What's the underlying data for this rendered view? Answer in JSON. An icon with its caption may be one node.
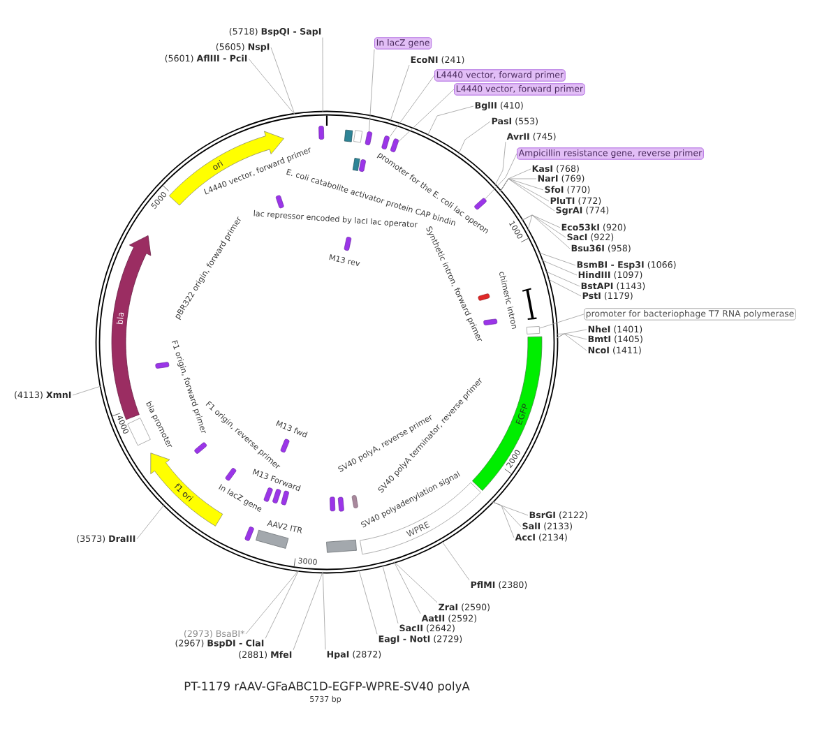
{
  "diagram": {
    "title": "PT-1179 rAAV-GFaABC1D-EGFP-WPRE-SV40 polyA",
    "nodes": [
      {
        "text": [],
        "shape": "circle"
      },
      {
        "text": [
          "(5718) **BspQI - SapI**"
        ]
      },
      {
        "text": [
          "In lacZ gene"
        ]
      },
      {
        "text": [
          "(5605) **NspI**"
        ]
      },
      {
        "text": [
          "(5601) **AflIII - PciI**"
        ]
      },
      {
        "text": [
          "**EcoNI** (241)"
        ]
      },
      {
        "text": [
          "L4440 vector, forward primer"
        ]
      },
      {
        "text": [
          "L4440 vector, forward primer"
        ]
      },
      {
        "text": [
          "**BglII** (410)"
        ]
      },
      {
        "text": [
          "**PasI** (553)"
        ]
      },
      {
        "text": [
          "**AvrII** (745)"
        ]
      },
      {
        "text": [
          "Ampicillin resistance gene, reverse primer"
        ]
      },
      {
        "text": [
          "**KasI** (768)"
        ]
      },
      {
        "text": [
          "**NarI** (769)"
        ]
      },
      {
        "text": [
          "**SfoI** (770)"
        ]
      },
      {
        "text": [
          "**PluTI** (772)"
        ]
      },
      {
        "text": [
          "**SgrAI** (774)"
        ]
      },
      {
        "text": [
          "**Eco53kI** (920)"
        ]
      },
      {
        "text": [
          "**SacI** (922)"
        ]
      },
      {
        "text": [
          "**Bsu36I** (958)"
        ]
      },
      {
        "text": [
          "**BsmBI - Esp3I** (1066)"
        ]
      },
      {
        "text": [
          "**HindIII** (1097)"
        ]
      },
      {
        "text": [
          "**BstAPI** (1143)"
        ]
      },
      {
        "text": [
          "**PstI** (1179)"
        ]
      },
      {
        "text": [
          "promoter for bacteriophage T7 RNA polymerase"
        ]
      },
      {
        "text": [
          "**NheI** (1401)"
        ]
      },
      {
        "text": [
          "**BmtI** (1405)"
        ]
      },
      {
        "text": [
          "**NcoI** (1411)"
        ]
      },
      {
        "text": [
          "(4113) **XmnI**"
        ]
      },
      {
        "text": [
          "**BsrGI** (2122)"
        ]
      },
      {
        "text": [
          "**SalI** (2133)"
        ]
      },
      {
        "text": [
          "**AccI** (2134)"
        ]
      },
      {
        "text": [
          "(3573) **DraIII**"
        ]
      },
      {
        "text": [
          "**PflMI** (2380)"
        ]
      },
      {
        "text": [
          "**ZraI** (2590)"
        ]
      },
      {
        "text": [
          "**AatII** (2592)"
        ]
      },
      {
        "text": [
          "**SacII** (2642)"
        ]
      },
      {
        "text": [
          "(2973) BsaBI*"
        ]
      },
      {
        "text": [
          "**EagI - NotI** (2729)"
        ]
      },
      {
        "text": [
          "(2967) **BspDI - ClaI**"
        ]
      },
      {
        "text": [
          "(2881) **MfeI**"
        ]
      },
      {
        "text": [
          "**HpaI** (2872)"
        ]
      },
      {
        "text": [
          "ori"
        ],
        "in": 0
      },
      {
        "text": [
          "bla"
        ],
        "in": 0
      },
      {
        "text": [],
        "shape": "box",
        "in": 0,
        "beside": [
          "bla promoter"
        ]
      },
      {
        "text": [
          "f1 ori"
        ],
        "in": 0
      },
      {
        "text": [],
        "shape": "box",
        "in": 0,
        "beside": [
          "AAV2 ITR"
        ]
      },
      {
        "text": [],
        "shape": "box",
        "in": 0
      },
      {
        "text": [
          "WPRE"
        ],
        "in": 0
      },
      {
        "text": [
          "EGFP"
        ],
        "in": 0
      },
      {
        "text": [],
        "shape": "bar",
        "in": 0,
        "beside": [
          "chimeric intron"
        ]
      },
      {
        "text": [],
        "shape": "box",
        "in": 0
      },
      {
        "text": [],
        "shape": "arrow",
        "in": 0
      },
      {
        "text": [],
        "shape": "arrow",
        "in": 0
      },
      {
        "text": [],
        "shape": "arrow",
        "in": 0
      },
      {
        "text": [],
        "shape": "arrow",
        "in": 0
      }
    ],
    "edges": [
      {
        "from": 1,
        "to": 0,
        "arrow": "none"
      },
      {
        "from": 2,
        "to": 52,
        "arrow": "none"
      },
      {
        "from": 3,
        "to": 0,
        "arrow": "none"
      },
      {
        "from": 4,
        "to": 0,
        "arrow": "none"
      },
      {
        "from": 5,
        "to": 0,
        "arrow": "none"
      },
      {
        "from": 6,
        "to": 53,
        "arrow": "none"
      },
      {
        "from": 7,
        "to": 54,
        "arrow": "none"
      },
      {
        "from": 8,
        "to": 0,
        "arrow": "none"
      },
      {
        "from": 9,
        "to": 0,
        "arrow": "none"
      },
      {
        "from": 10,
        "to": 0,
        "arrow": "none"
      },
      {
        "from": 11,
        "to": 55,
        "arrow": "none"
      },
      {
        "from": 12,
        "to": 0,
        "arrow": "none"
      },
      {
        "from": 13,
        "to": 0,
        "arrow": "none"
      },
      {
        "from": 14,
        "to": 0,
        "arrow": "none"
      },
      {
        "from": 15,
        "to": 0,
        "arrow": "none"
      },
      {
        "from": 16,
        "to": 0,
        "arrow": "none"
      },
      {
        "from": 17,
        "to": 0,
        "arrow": "none"
      },
      {
        "from": 18,
        "to": 0,
        "arrow": "none"
      },
      {
        "from": 19,
        "to": 0,
        "arrow": "none"
      },
      {
        "from": 20,
        "to": 0,
        "arrow": "none"
      },
      {
        "from": 21,
        "to": 0,
        "arrow": "none"
      },
      {
        "from": 22,
        "to": 0,
        "arrow": "none"
      },
      {
        "from": 23,
        "to": 0,
        "arrow": "none"
      },
      {
        "from": 24,
        "to": 51,
        "arrow": "none"
      },
      {
        "from": 25,
        "to": 0,
        "arrow": "none"
      },
      {
        "from": 26,
        "to": 0,
        "arrow": "none"
      },
      {
        "from": 27,
        "to": 0,
        "arrow": "none"
      },
      {
        "from": 28,
        "to": 0,
        "arrow": "none"
      },
      {
        "from": 29,
        "to": 0,
        "arrow": "none"
      },
      {
        "from": 30,
        "to": 0,
        "arrow": "none"
      },
      {
        "from": 31,
        "to": 0,
        "arrow": "none"
      },
      {
        "from": 32,
        "to": 0,
        "arrow": "none"
      },
      {
        "from": 33,
        "to": 0,
        "arrow": "none"
      },
      {
        "from": 34,
        "to": 0,
        "arrow": "none"
      },
      {
        "from": 35,
        "to": 0,
        "arrow": "none"
      },
      {
        "from": 36,
        "to": 0,
        "arrow": "none"
      },
      {
        "from": 37,
        "to": 0,
        "arrow": "none"
      },
      {
        "from": 38,
        "to": 0,
        "arrow": "none"
      },
      {
        "from": 39,
        "to": 0,
        "arrow": "none"
      },
      {
        "from": 40,
        "to": 0,
        "arrow": "none"
      },
      {
        "from": 41,
        "to": 0,
        "arrow": "none"
      }
    ],
    "labels": [
      "L4440 vector, forward primer",
      "E. coli catabolite activator protein CAP bindin",
      "promoter for the E. coli lac operon",
      "5000",
      "pBR322 origin, forward primer",
      "lac repressor encoded by lacI lac operator",
      "1000",
      "M13 rev",
      "Synthetic intron, forward primer",
      "F1 origin, forward primer",
      "4000",
      "M13 fwd",
      "F1 origin, reverse primer",
      "SV40 polyA, reverse primer",
      "SV40 polyA terminator, reverse primer",
      "M13 Forward",
      "In lacZ gene",
      "SV40 polyadenylation signal",
      "2000",
      "3000",
      "5737 bp"
    ]
  }
}
